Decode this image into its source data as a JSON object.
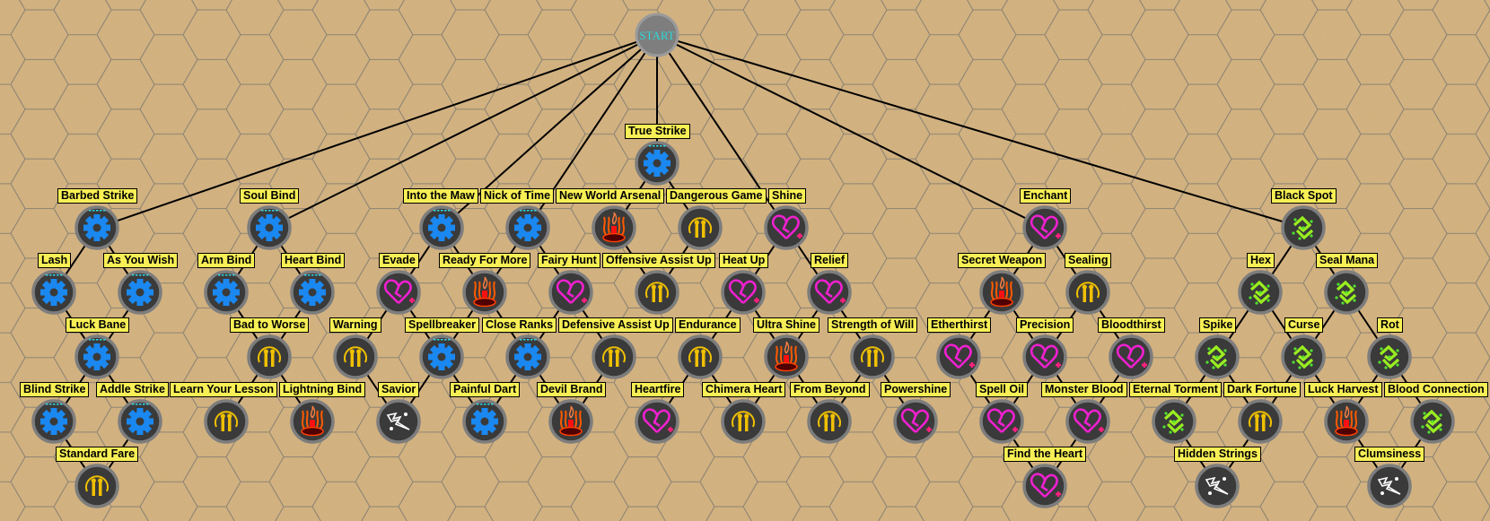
{
  "start": {
    "label": "START"
  },
  "colors": {
    "background": "#d8b682",
    "label_bg": "#f7ef55",
    "node_fill": "#3a3a3a",
    "start_text": "#30d8d8"
  },
  "nodes": [
    {
      "name": "True Strike",
      "icon": "gear-icon"
    },
    {
      "name": "Barbed Strike",
      "icon": "gear-icon"
    },
    {
      "name": "Soul Bind",
      "icon": "gear-icon"
    },
    {
      "name": "Into the Maw",
      "icon": "gear-icon"
    },
    {
      "name": "Nick of Time",
      "icon": "gear-icon"
    },
    {
      "name": "New World Arsenal",
      "icon": "flame-icon"
    },
    {
      "name": "Dangerous Game",
      "icon": "jelly-icon"
    },
    {
      "name": "Shine",
      "icon": "heart-icon"
    },
    {
      "name": "Enchant",
      "icon": "heart-icon"
    },
    {
      "name": "Black Spot",
      "icon": "swirl-icon"
    },
    {
      "name": "Lash",
      "icon": "gear-icon"
    },
    {
      "name": "As You Wish",
      "icon": "gear-icon"
    },
    {
      "name": "Arm Bind",
      "icon": "gear-icon"
    },
    {
      "name": "Heart Bind",
      "icon": "gear-icon"
    },
    {
      "name": "Evade",
      "icon": "heart-icon"
    },
    {
      "name": "Ready For More",
      "icon": "flame-icon"
    },
    {
      "name": "Fairy Hunt",
      "icon": "heart-icon"
    },
    {
      "name": "Offensive Assist Up",
      "icon": "jelly-icon"
    },
    {
      "name": "Heat Up",
      "icon": "heart-icon"
    },
    {
      "name": "Relief",
      "icon": "heart-icon"
    },
    {
      "name": "Secret Weapon",
      "icon": "flame-icon"
    },
    {
      "name": "Sealing",
      "icon": "jelly-icon"
    },
    {
      "name": "Hex",
      "icon": "swirl-icon"
    },
    {
      "name": "Seal Mana",
      "icon": "swirl-icon"
    },
    {
      "name": "Luck Bane",
      "icon": "gear-icon"
    },
    {
      "name": "Bad to Worse",
      "icon": "jelly-icon"
    },
    {
      "name": "Warning",
      "icon": "jelly-icon"
    },
    {
      "name": "Spellbreaker",
      "icon": "gear-icon"
    },
    {
      "name": "Close Ranks",
      "icon": "gear-icon"
    },
    {
      "name": "Defensive Assist Up",
      "icon": "jelly-icon"
    },
    {
      "name": "Endurance",
      "icon": "jelly-icon"
    },
    {
      "name": "Ultra Shine",
      "icon": "flame-icon"
    },
    {
      "name": "Strength of Will",
      "icon": "jelly-icon"
    },
    {
      "name": "Etherthirst",
      "icon": "heart-icon"
    },
    {
      "name": "Precision",
      "icon": "heart-icon"
    },
    {
      "name": "Bloodthirst",
      "icon": "heart-icon"
    },
    {
      "name": "Spike",
      "icon": "swirl-icon"
    },
    {
      "name": "Curse",
      "icon": "swirl-icon"
    },
    {
      "name": "Rot",
      "icon": "swirl-icon"
    },
    {
      "name": "Blind Strike",
      "icon": "gear-icon"
    },
    {
      "name": "Addle Strike",
      "icon": "gear-icon"
    },
    {
      "name": "Learn Your Lesson",
      "icon": "jelly-icon"
    },
    {
      "name": "Lightning Bind",
      "icon": "flame-icon"
    },
    {
      "name": "Savior",
      "icon": "lightning-icon"
    },
    {
      "name": "Painful Dart",
      "icon": "gear-icon"
    },
    {
      "name": "Devil Brand",
      "icon": "flame-icon"
    },
    {
      "name": "Heartfire",
      "icon": "heart-icon"
    },
    {
      "name": "Chimera Heart",
      "icon": "jelly-icon"
    },
    {
      "name": "From Beyond",
      "icon": "jelly-icon"
    },
    {
      "name": "Powershine",
      "icon": "heart-icon"
    },
    {
      "name": "Spell Oil",
      "icon": "heart-icon"
    },
    {
      "name": "Monster Blood",
      "icon": "heart-icon"
    },
    {
      "name": "Eternal Torment",
      "icon": "swirl-icon"
    },
    {
      "name": "Dark Fortune",
      "icon": "jelly-icon"
    },
    {
      "name": "Luck Harvest",
      "icon": "flame-icon"
    },
    {
      "name": "Blood Connection",
      "icon": "swirl-icon"
    },
    {
      "name": "Standard Fare",
      "icon": "jelly-icon"
    },
    {
      "name": "Find the Heart",
      "icon": "heart-icon"
    },
    {
      "name": "Hidden Strings",
      "icon": "lightning-icon"
    },
    {
      "name": "Clumsiness",
      "icon": "lightning-icon"
    }
  ],
  "edges": [
    [
      "START",
      "Barbed Strike"
    ],
    [
      "START",
      "Soul Bind"
    ],
    [
      "START",
      "Into the Maw"
    ],
    [
      "START",
      "Nick of Time"
    ],
    [
      "START",
      "True Strike"
    ],
    [
      "START",
      "Shine"
    ],
    [
      "START",
      "Enchant"
    ],
    [
      "START",
      "Black Spot"
    ],
    [
      "True Strike",
      "New World Arsenal"
    ],
    [
      "True Strike",
      "Dangerous Game"
    ],
    [
      "Barbed Strike",
      "Lash"
    ],
    [
      "Barbed Strike",
      "As You Wish"
    ],
    [
      "Lash",
      "Luck Bane"
    ],
    [
      "As You Wish",
      "Luck Bane"
    ],
    [
      "Luck Bane",
      "Blind Strike"
    ],
    [
      "Luck Bane",
      "Addle Strike"
    ],
    [
      "Blind Strike",
      "Standard Fare"
    ],
    [
      "Addle Strike",
      "Standard Fare"
    ],
    [
      "Soul Bind",
      "Arm Bind"
    ],
    [
      "Soul Bind",
      "Heart Bind"
    ],
    [
      "Arm Bind",
      "Bad to Worse"
    ],
    [
      "Heart Bind",
      "Bad to Worse"
    ],
    [
      "Bad to Worse",
      "Learn Your Lesson"
    ],
    [
      "Bad to Worse",
      "Lightning Bind"
    ],
    [
      "Into the Maw",
      "Evade"
    ],
    [
      "Into the Maw",
      "Ready For More"
    ],
    [
      "Nick of Time",
      "Ready For More"
    ],
    [
      "Nick of Time",
      "Fairy Hunt"
    ],
    [
      "Evade",
      "Warning"
    ],
    [
      "Evade",
      "Spellbreaker"
    ],
    [
      "Ready For More",
      "Spellbreaker"
    ],
    [
      "Ready For More",
      "Close Ranks"
    ],
    [
      "Fairy Hunt",
      "Close Ranks"
    ],
    [
      "Fairy Hunt",
      "Defensive Assist Up"
    ],
    [
      "Warning",
      "Savior"
    ],
    [
      "Spellbreaker",
      "Savior"
    ],
    [
      "Spellbreaker",
      "Painful Dart"
    ],
    [
      "Close Ranks",
      "Painful Dart"
    ],
    [
      "Close Ranks",
      "Devil Brand"
    ],
    [
      "Defensive Assist Up",
      "Devil Brand"
    ],
    [
      "New World Arsenal",
      "Offensive Assist Up"
    ],
    [
      "Dangerous Game",
      "Offensive Assist Up"
    ],
    [
      "Shine",
      "Heat Up"
    ],
    [
      "Shine",
      "Relief"
    ],
    [
      "Heat Up",
      "Endurance"
    ],
    [
      "Heat Up",
      "Ultra Shine"
    ],
    [
      "Relief",
      "Ultra Shine"
    ],
    [
      "Relief",
      "Strength of Will"
    ],
    [
      "Endurance",
      "Heartfire"
    ],
    [
      "Endurance",
      "Chimera Heart"
    ],
    [
      "Ultra Shine",
      "Chimera Heart"
    ],
    [
      "Ultra Shine",
      "From Beyond"
    ],
    [
      "Strength of Will",
      "From Beyond"
    ],
    [
      "Strength of Will",
      "Powershine"
    ],
    [
      "Enchant",
      "Secret Weapon"
    ],
    [
      "Enchant",
      "Sealing"
    ],
    [
      "Secret Weapon",
      "Etherthirst"
    ],
    [
      "Secret Weapon",
      "Precision"
    ],
    [
      "Sealing",
      "Precision"
    ],
    [
      "Sealing",
      "Bloodthirst"
    ],
    [
      "Etherthirst",
      "Spell Oil"
    ],
    [
      "Precision",
      "Spell Oil"
    ],
    [
      "Precision",
      "Monster Blood"
    ],
    [
      "Bloodthirst",
      "Monster Blood"
    ],
    [
      "Spell Oil",
      "Find the Heart"
    ],
    [
      "Monster Blood",
      "Find the Heart"
    ],
    [
      "Black Spot",
      "Hex"
    ],
    [
      "Black Spot",
      "Seal Mana"
    ],
    [
      "Hex",
      "Spike"
    ],
    [
      "Hex",
      "Curse"
    ],
    [
      "Seal Mana",
      "Curse"
    ],
    [
      "Seal Mana",
      "Rot"
    ],
    [
      "Spike",
      "Eternal Torment"
    ],
    [
      "Spike",
      "Dark Fortune"
    ],
    [
      "Curse",
      "Dark Fortune"
    ],
    [
      "Curse",
      "Luck Harvest"
    ],
    [
      "Rot",
      "Luck Harvest"
    ],
    [
      "Rot",
      "Blood Connection"
    ],
    [
      "Eternal Torment",
      "Hidden Strings"
    ],
    [
      "Dark Fortune",
      "Hidden Strings"
    ],
    [
      "Luck Harvest",
      "Clumsiness"
    ],
    [
      "Blood Connection",
      "Clumsiness"
    ]
  ]
}
